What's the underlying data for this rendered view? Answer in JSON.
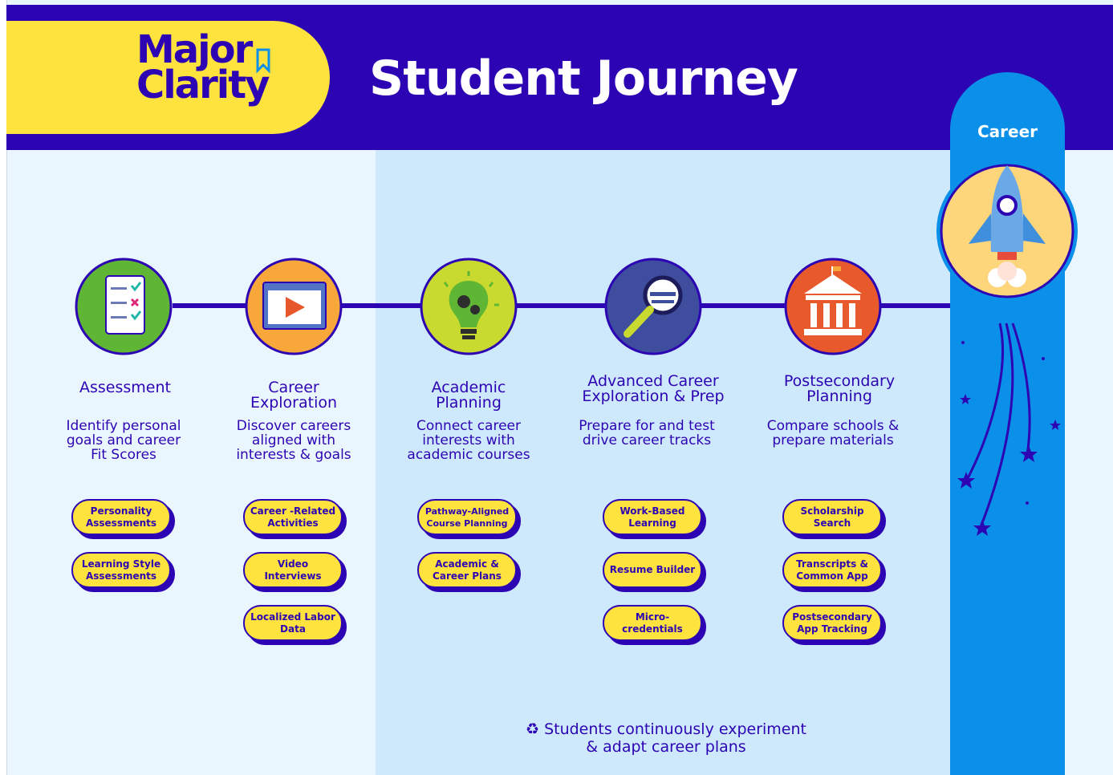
{
  "header": {
    "logo_line1": "Major",
    "logo_line2": "Clarity",
    "title": "Student Journey"
  },
  "career": {
    "label": "Career"
  },
  "stages": [
    {
      "title": "Assessment",
      "title_line2": "",
      "desc_lines": [
        "Identify personal",
        "goals  and career",
        "Fit Scores"
      ],
      "chips": [
        [
          "Personality",
          "Assessments"
        ],
        [
          "Learning Style",
          "Assessments"
        ]
      ]
    },
    {
      "title": "Career",
      "title_line2": "Exploration",
      "desc_lines": [
        "Discover careers",
        "aligned with",
        "interests & goals"
      ],
      "chips": [
        [
          "Career -Related",
          "Activities"
        ],
        [
          "Video Interviews"
        ],
        [
          "Localized Labor",
          "Data"
        ]
      ]
    },
    {
      "title": "Academic",
      "title_line2": "Planning",
      "desc_lines": [
        "Connect career",
        "interests with",
        "academic courses"
      ],
      "chips": [
        [
          "Pathway-Aligned",
          "Course Planning"
        ],
        [
          "Academic &",
          "Career Plans"
        ]
      ]
    },
    {
      "title": "Advanced Career",
      "title_line2": "Exploration & Prep",
      "desc_lines": [
        "Prepare for and test",
        "drive career tracks"
      ],
      "chips": [
        [
          "Work-Based",
          "Learning"
        ],
        [
          "Resume Builder"
        ],
        [
          "Micro-credentials"
        ]
      ]
    },
    {
      "title": "Postsecondary",
      "title_line2": "Planning",
      "desc_lines": [
        "Compare schools &",
        "prepare materials"
      ],
      "chips": [
        [
          "Scholarship",
          "Search"
        ],
        [
          "Transcripts &",
          "Common App"
        ],
        [
          "Postsecondary",
          "App Tracking"
        ]
      ]
    }
  ],
  "footer": {
    "line1": "Students continuously experiment",
    "line2": "& adapt career plans",
    "icon": "recycle-icon"
  },
  "colors": {
    "navy": "#2d04b3",
    "yellow": "#fee23e",
    "light_blue": "#eaf6fd",
    "mid_blue": "#cde9fb",
    "career_blue": "#0b90ea"
  }
}
